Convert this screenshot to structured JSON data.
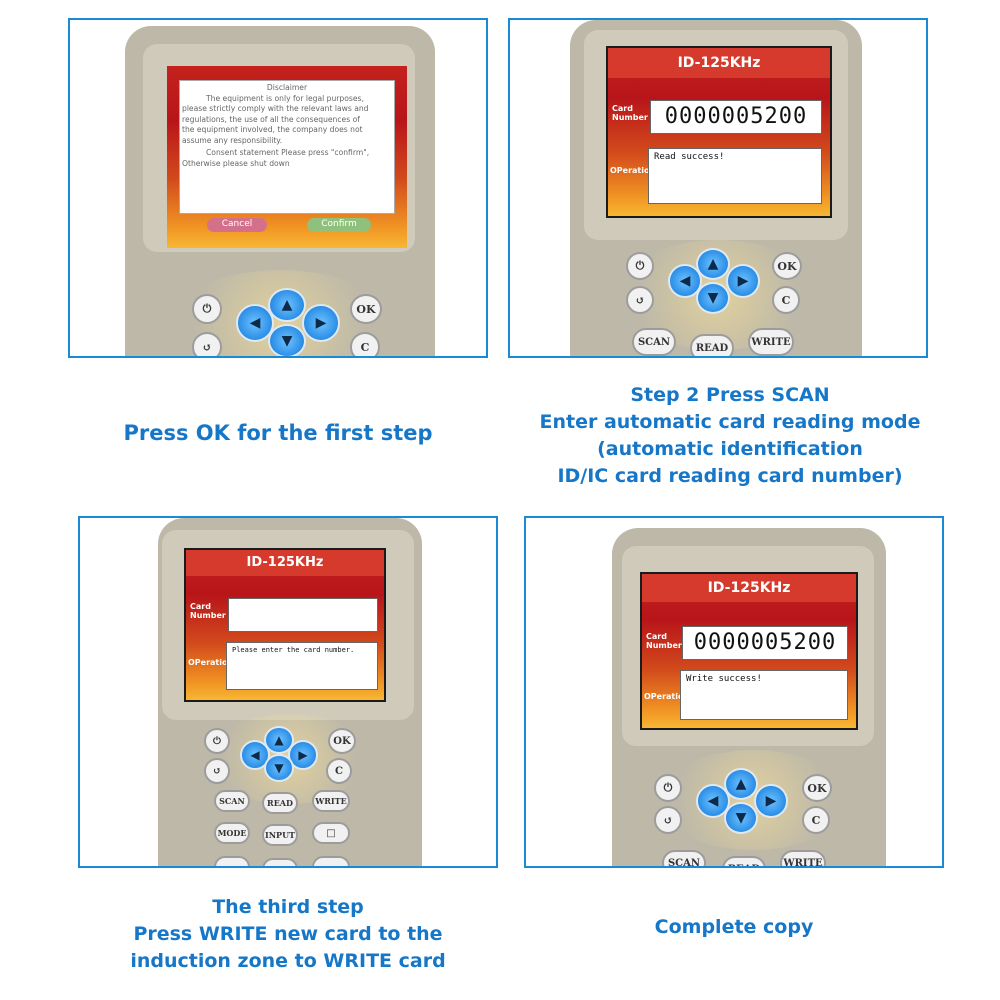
{
  "panel1": {
    "dialog": {
      "title": "Disclaimer",
      "lines": [
        "The equipment is only for legal purposes,",
        "please strictly comply with the relevant laws and",
        "regulations, the use of all the consequences of",
        "the equipment involved, the company does not",
        "assume any responsibility.",
        "Consent statement Please press \"confirm\",",
        "Otherwise please shut down"
      ],
      "cancel_label": "Cancel",
      "confirm_label": "Confirm"
    },
    "ok_label": "OK",
    "c_label": "C"
  },
  "panel2": {
    "screen_title": "ID-125KHz",
    "card_label": "Card Number",
    "card_number": "0000005200",
    "operation_label": "OPeration",
    "message": "Read success!",
    "ok_label": "OK",
    "c_label": "C",
    "scan_label": "SCAN",
    "read_label": "READ",
    "write_label": "WRITE"
  },
  "panel3": {
    "screen_title": "ID-125KHz",
    "card_label": "Card Number",
    "card_number": "",
    "operation_label": "OPeration",
    "message": "Please enter the card number.",
    "ok_label": "OK",
    "c_label": "C",
    "scan_label": "SCAN",
    "read_label": "READ",
    "write_label": "WRITE",
    "mode_label": "MODE",
    "input_label": "INPUT"
  },
  "panel4": {
    "screen_title": "ID-125KHz",
    "card_label": "Card Number",
    "card_number": "0000005200",
    "operation_label": "OPeration",
    "message": "Write success!",
    "ok_label": "OK",
    "c_label": "C",
    "scan_label": "SCAN",
    "read_label": "READ",
    "write_label": "WRITE"
  },
  "captions": {
    "step1": [
      "Press OK for the first step"
    ],
    "step2": [
      "Step 2 Press SCAN",
      "Enter automatic card reading mode",
      "(automatic identification",
      "ID/IC card reading card number)"
    ],
    "step3": [
      "The third step",
      "Press WRITE new card to the",
      "induction zone to WRITE card"
    ],
    "step4": [
      "Complete copy"
    ]
  },
  "icons": {
    "power": "power-icon",
    "back": "back-icon",
    "arrows": [
      "arrow-up-icon",
      "arrow-down-icon",
      "arrow-left-icon",
      "arrow-right-icon"
    ],
    "square": "square-icon"
  },
  "colors": {
    "accent_blue": "#1677c8",
    "panel_border": "#1a8ad6",
    "device_body": "#bdb8a8",
    "screen_red": "#c4221d"
  }
}
